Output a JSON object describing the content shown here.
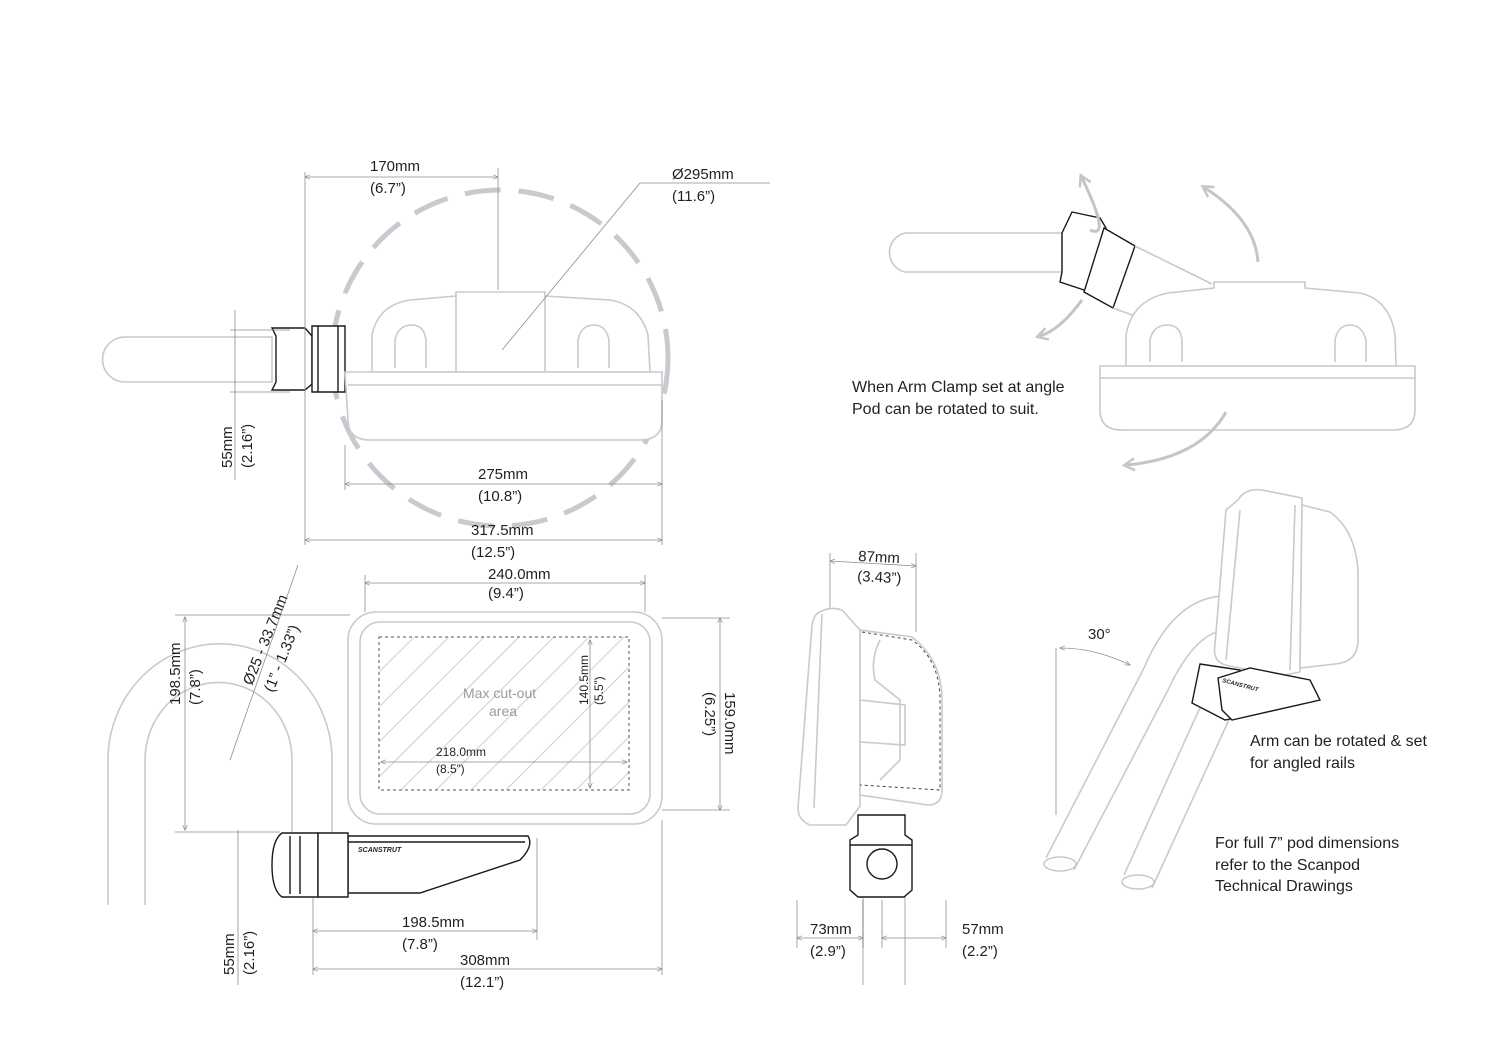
{
  "diagram": {
    "top_view": {
      "dim_170": "170mm",
      "dim_170_in": "(6.7”)",
      "dim_diameter": "Ø295mm",
      "dim_diameter_in": "(11.6”)",
      "dim_55": "55mm",
      "dim_55_in": "(2.16”)",
      "dim_275": "275mm",
      "dim_275_in": "(10.8”)",
      "dim_317": "317.5mm",
      "dim_317_in": "(12.5”)"
    },
    "front_view": {
      "dim_240": "240.0mm",
      "dim_240_in": "(9.4”)",
      "dim_159": "159.0mm",
      "dim_159_in": "(6.25”)",
      "cutout_label_1": "Max cut-out",
      "cutout_label_2": "area",
      "dim_140": "140.5mm",
      "dim_140_in": "(5.5”)",
      "dim_218": "218.0mm",
      "dim_218_in": "(8.5”)",
      "dim_198_v": "198.5mm",
      "dim_198_v_in": "(7.8”)",
      "dim_rail": "Ø25 - 33.7mm",
      "dim_rail_in": "(1” - 1.33”)",
      "dim_55": "55mm",
      "dim_55_in": "(2.16”)",
      "dim_198_h": "198.5mm",
      "dim_198_h_in": "(7.8”)",
      "dim_308": "308mm",
      "dim_308_in": "(12.1”)",
      "brand": "SCANSTRUT"
    },
    "side_view": {
      "dim_87": "87mm",
      "dim_87_in": "(3.43”)",
      "dim_73": "73mm",
      "dim_73_in": "(2.9”)",
      "dim_57": "57mm",
      "dim_57_in": "(2.2”)"
    },
    "notes": {
      "rotate_line_1": "When Arm Clamp set at angle",
      "rotate_line_2": "Pod can be rotated to suit.",
      "angle": "30°",
      "arm_line_1": "Arm can be rotated & set",
      "arm_line_2": "for angled rails",
      "pod_line_1": "For full 7” pod dimensions",
      "pod_line_2": "refer to the Scanpod",
      "pod_line_3": "Technical Drawings",
      "brand": "SCANSTRUT"
    }
  }
}
